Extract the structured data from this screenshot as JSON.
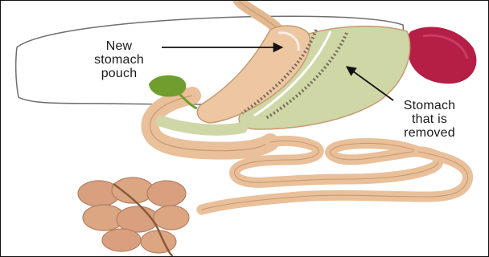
{
  "labels": {
    "new_pouch": [
      "New",
      "stomach",
      "pouch"
    ],
    "removed": [
      "Stomach",
      "that is",
      "removed"
    ]
  },
  "colors": {
    "liver_outline": "#6e6e6e",
    "stomach": "#cfd7a6",
    "intestine": "#e9c09a",
    "intestine_outline": "#c79a72",
    "spleen": "#b51e45",
    "gallbladder": "#6f9d2e",
    "colon": "#d9a07f",
    "staples": "#7a6a5a"
  },
  "icons": {
    "pointer_new": "arrow-right-icon",
    "pointer_removed": "arrow-up-left-icon"
  }
}
